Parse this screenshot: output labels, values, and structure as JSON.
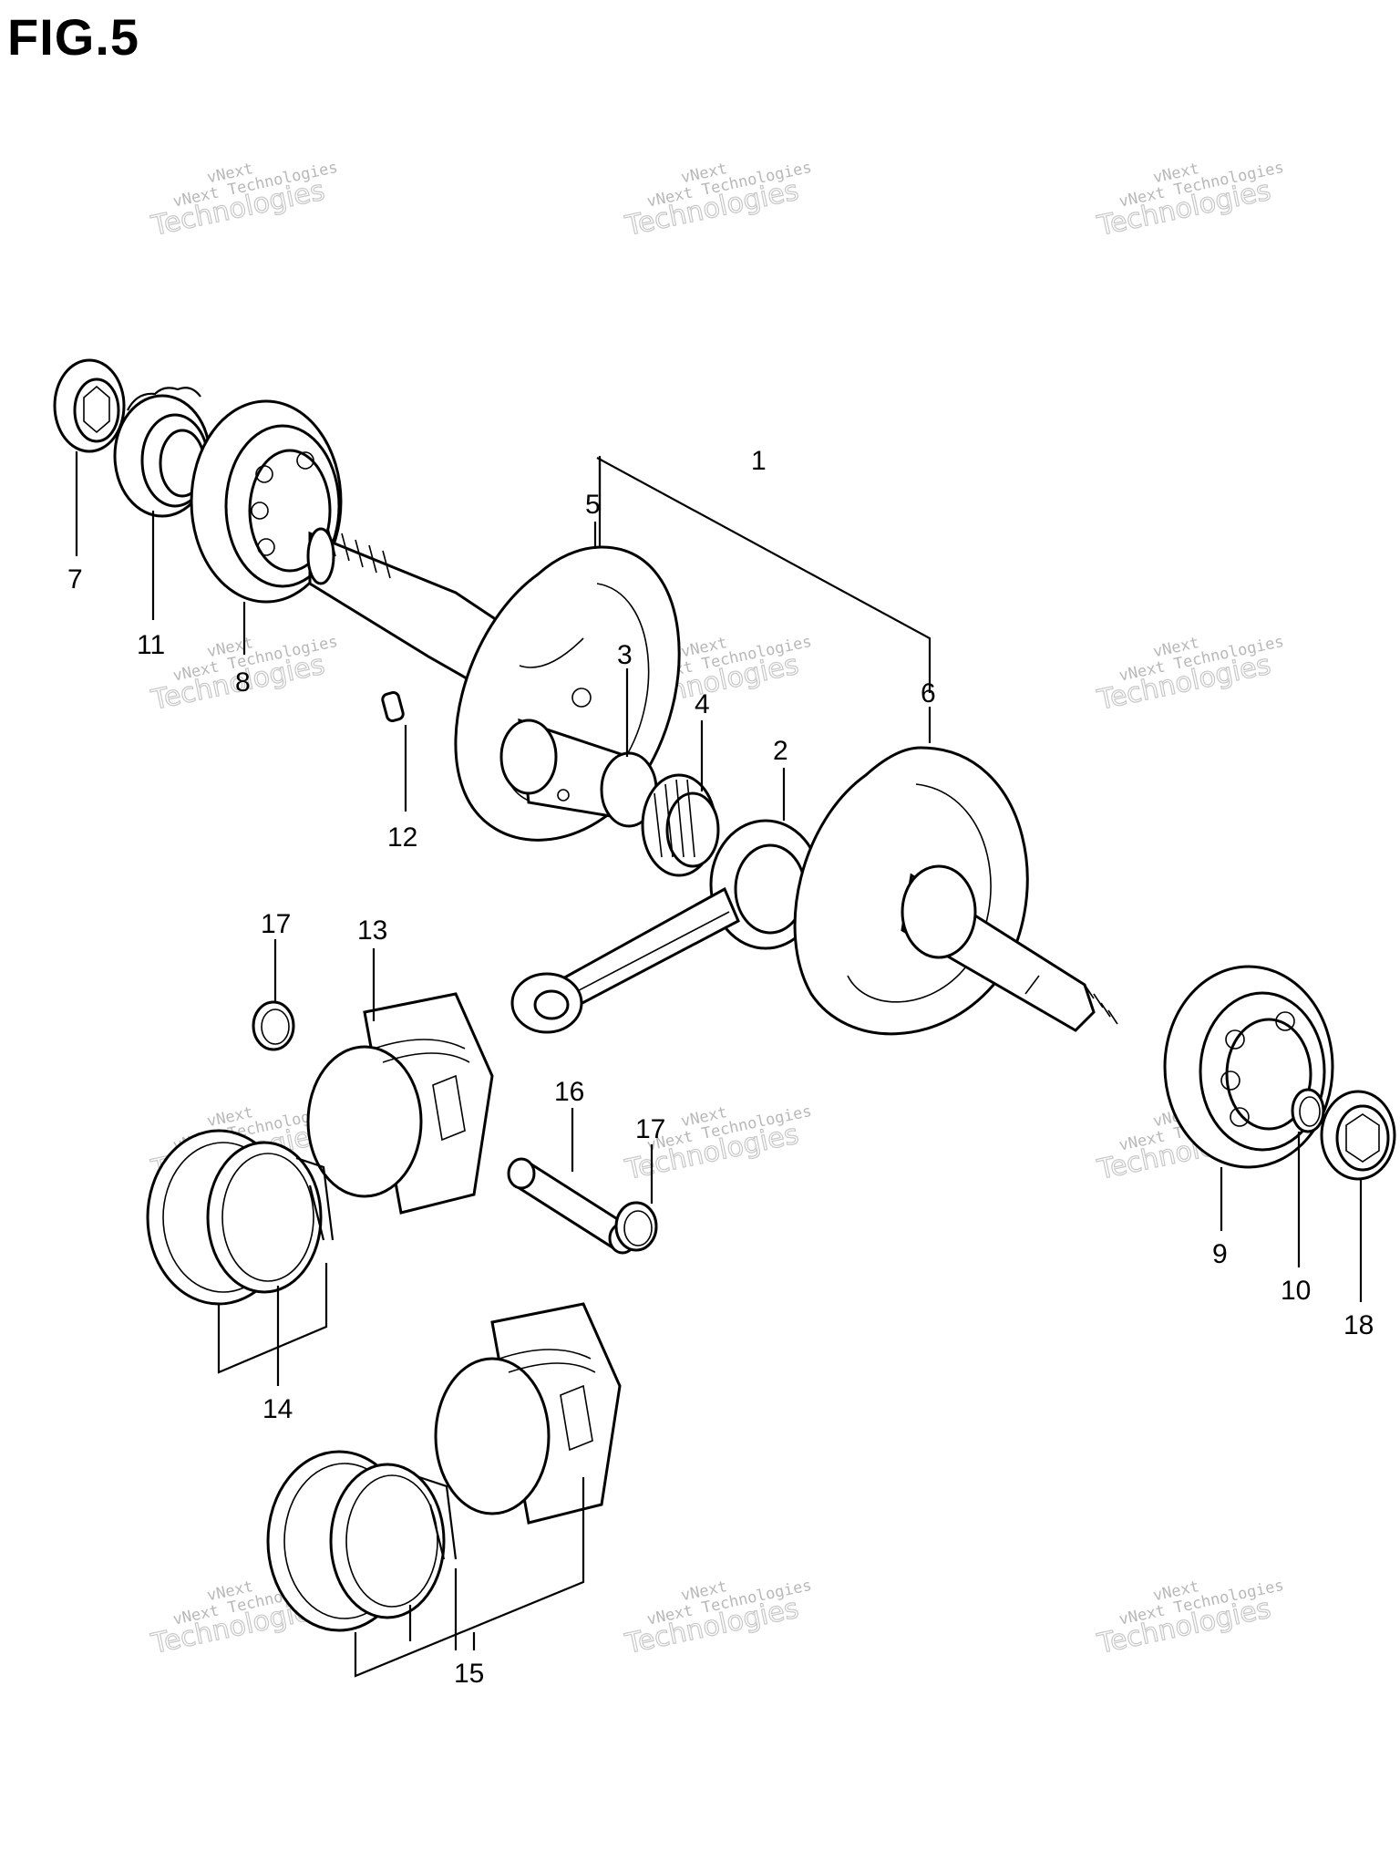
{
  "figure": {
    "title": "FIG.5"
  },
  "callouts": [
    "1",
    "2",
    "3",
    "4",
    "5",
    "6",
    "7",
    "8",
    "9",
    "10",
    "11",
    "12",
    "13",
    "14",
    "15",
    "16",
    "17",
    "17",
    "18"
  ],
  "watermark": {
    "line1": "vNext",
    "line2": "vNext Technologies",
    "line3": "Technologies"
  },
  "colors": {
    "ink": "#000000",
    "watermark": "#b8b8b8",
    "background": "#ffffff"
  }
}
